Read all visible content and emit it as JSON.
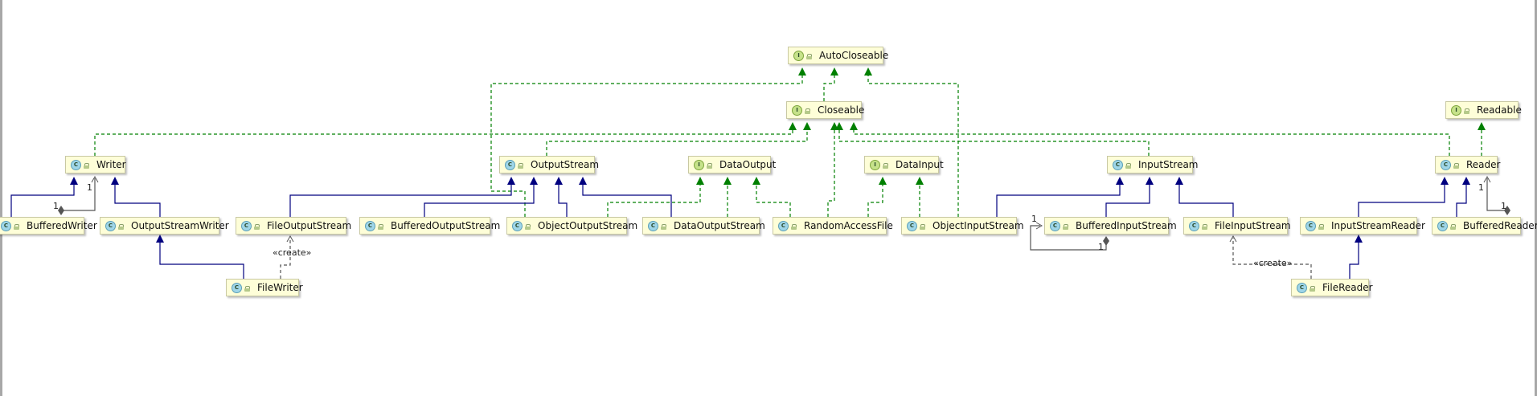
{
  "nodes": {
    "autocloseable": {
      "name": "AutoCloseable",
      "kind": "I"
    },
    "closeable": {
      "name": "Closeable",
      "kind": "I"
    },
    "readable": {
      "name": "Readable",
      "kind": "I"
    },
    "writer": {
      "name": "Writer",
      "kind": "C"
    },
    "outputstream": {
      "name": "OutputStream",
      "kind": "C"
    },
    "dataoutput": {
      "name": "DataOutput",
      "kind": "I"
    },
    "datainput": {
      "name": "DataInput",
      "kind": "I"
    },
    "inputstream": {
      "name": "InputStream",
      "kind": "C"
    },
    "reader": {
      "name": "Reader",
      "kind": "C"
    },
    "bufferedwriter": {
      "name": "BufferedWriter",
      "kind": "C"
    },
    "outputstreamwriter": {
      "name": "OutputStreamWriter",
      "kind": "C"
    },
    "fileoutputstream": {
      "name": "FileOutputStream",
      "kind": "C"
    },
    "bufferedoutputstream": {
      "name": "BufferedOutputStream",
      "kind": "C"
    },
    "objectoutputstream": {
      "name": "ObjectOutputStream",
      "kind": "C"
    },
    "dataoutputstream": {
      "name": "DataOutputStream",
      "kind": "C"
    },
    "randomaccessfile": {
      "name": "RandomAccessFile",
      "kind": "C"
    },
    "objectinputstream": {
      "name": "ObjectInputStream",
      "kind": "C"
    },
    "bufferedinputstream": {
      "name": "BufferedInputStream",
      "kind": "C"
    },
    "fileinputstream": {
      "name": "FileInputStream",
      "kind": "C"
    },
    "inputstreamreader": {
      "name": "InputStreamReader",
      "kind": "C"
    },
    "bufferedreader": {
      "name": "BufferedReader",
      "kind": "C"
    },
    "filewriter": {
      "name": "FileWriter",
      "kind": "C"
    },
    "filereader": {
      "name": "FileReader",
      "kind": "C"
    }
  },
  "labels": {
    "create": "«create»",
    "multiplicity_one": "1"
  },
  "colors": {
    "extends": "#00007f",
    "implements": "#008000",
    "dependency": "#555555"
  }
}
